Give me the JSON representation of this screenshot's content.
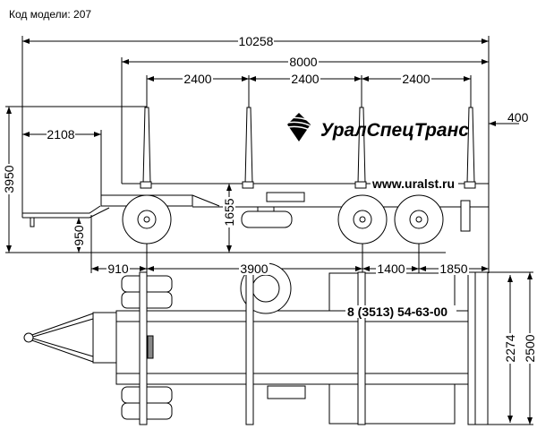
{
  "title": "Код модели: 207",
  "brand": {
    "logo_text": "УралСпецТранс",
    "website": "www.uralst.ru",
    "phone": "8 (3513) 54-63-00"
  },
  "side_view": {
    "overall_length": "10258",
    "platform_length": "8000",
    "stake_spacing": [
      "2400",
      "2400",
      "2400"
    ],
    "rear_overhang_stake": "400",
    "overall_height": "3950",
    "drawbar_length": "2108",
    "drawbar_height": "950",
    "frame_height": "1655",
    "bottom_dims": [
      "910",
      "3900",
      "1400",
      "1850"
    ]
  },
  "top_view": {
    "inner_width": "2274",
    "overall_width": "2500"
  }
}
